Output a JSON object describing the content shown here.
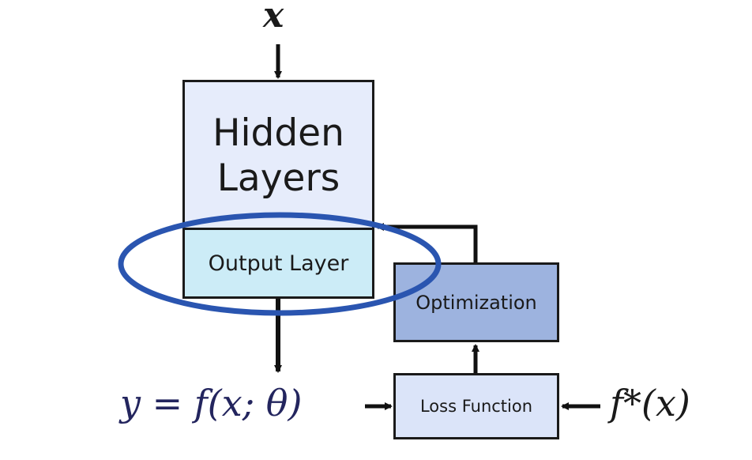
{
  "diagram": {
    "input_label": "x",
    "hidden_layers_label": "Hidden\nLayers",
    "output_layer_label": "Output Layer",
    "optimization_label": "Optimization",
    "loss_function_label": "Loss Function",
    "model_output_label": "y = f(x; θ)",
    "target_label": "f*(x)",
    "colors": {
      "hidden_layers_fill": "#e6ecfb",
      "output_layer_fill": "#ccecf7",
      "optimization_fill": "#9db3df",
      "loss_function_fill": "#dbe4f9",
      "highlight_ellipse": "#2a55b0",
      "arrows": "#111111"
    }
  }
}
